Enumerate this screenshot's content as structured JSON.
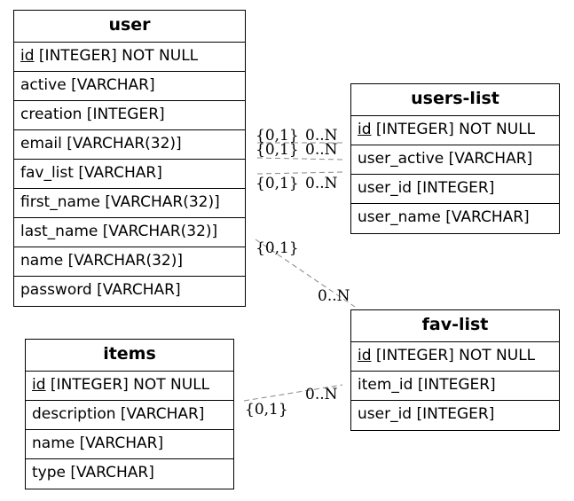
{
  "entities": {
    "user": {
      "title": "user",
      "fields": [
        {
          "key": "id",
          "rest": " [INTEGER] NOT NULL"
        },
        {
          "text": "active [VARCHAR]"
        },
        {
          "text": "creation [INTEGER]"
        },
        {
          "text": "email [VARCHAR(32)]"
        },
        {
          "text": "fav_list [VARCHAR]"
        },
        {
          "text": "first_name [VARCHAR(32)]"
        },
        {
          "text": "last_name [VARCHAR(32)]"
        },
        {
          "text": "name [VARCHAR(32)]"
        },
        {
          "text": "password [VARCHAR]"
        }
      ]
    },
    "users_list": {
      "title": "users-list",
      "fields": [
        {
          "key": "id",
          "rest": " [INTEGER] NOT NULL"
        },
        {
          "text": "user_active [VARCHAR]"
        },
        {
          "text": "user_id [INTEGER]"
        },
        {
          "text": "user_name [VARCHAR]"
        }
      ]
    },
    "fav_list": {
      "title": "fav-list",
      "fields": [
        {
          "key": "id",
          "rest": " [INTEGER] NOT NULL"
        },
        {
          "text": "item_id [INTEGER]"
        },
        {
          "text": "user_id [INTEGER]"
        }
      ]
    },
    "items": {
      "title": "items",
      "fields": [
        {
          "key": "id",
          "rest": " [INTEGER] NOT NULL"
        },
        {
          "text": "description [VARCHAR]"
        },
        {
          "text": "name [VARCHAR]"
        },
        {
          "text": "type [VARCHAR]"
        }
      ]
    }
  },
  "relations": {
    "r1_from": "{0,1}",
    "r1_to": "0..N",
    "r2_from": "{0,1}",
    "r2_to": "0..N",
    "r3_from": "{0,1}",
    "r3_to": "0..N",
    "r4_from": "{0,1}",
    "r4_to": "0..N",
    "r5_from": "{0,1}",
    "r5_to": "0..N"
  },
  "colors": {
    "line": "#888888",
    "border": "#000000"
  }
}
